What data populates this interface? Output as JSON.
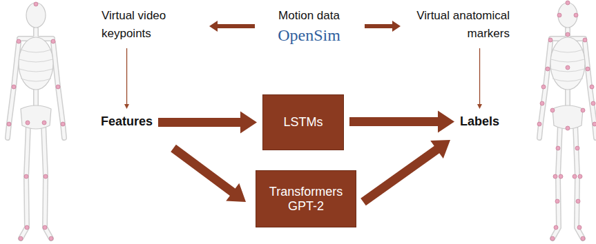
{
  "diagram": {
    "nodes": [
      {
        "text": [
          "Virtual video keypoints"
        ]
      },
      {
        "text": [
          "Motion data",
          "OpenSim"
        ]
      },
      {
        "text": [
          "Virtual anatomical markers"
        ]
      },
      {
        "text": [
          "Features"
        ]
      },
      {
        "text": [
          "LSTMs"
        ]
      },
      {
        "text": [
          "Labels"
        ]
      },
      {
        "text": [
          "Transformers GPT-2"
        ]
      }
    ],
    "edges": [
      {
        "from": 1,
        "to": 0,
        "arrow": "to"
      },
      {
        "from": 1,
        "to": 2,
        "arrow": "to"
      },
      {
        "from": 0,
        "to": 3,
        "arrow": "to"
      },
      {
        "from": 2,
        "to": 5,
        "arrow": "to"
      },
      {
        "from": 3,
        "to": 4,
        "arrow": "to"
      },
      {
        "from": 4,
        "to": 5,
        "arrow": "to"
      },
      {
        "from": 3,
        "to": 6,
        "arrow": "to"
      },
      {
        "from": 6,
        "to": 5,
        "arrow": "to"
      }
    ]
  }
}
